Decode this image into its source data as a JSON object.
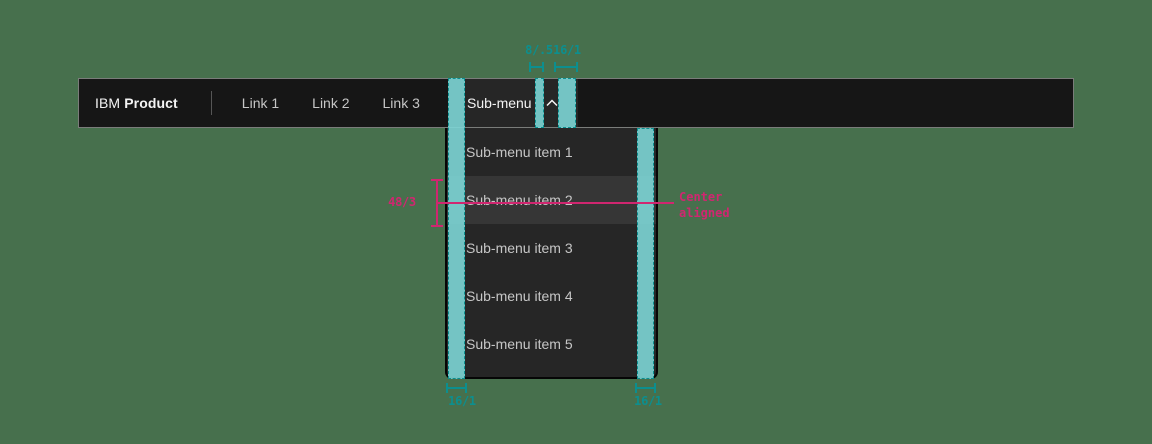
{
  "header": {
    "brand_prefix": "IBM",
    "brand_name": "Product",
    "links": [
      {
        "label": "Link 1"
      },
      {
        "label": "Link 2"
      },
      {
        "label": "Link 3"
      }
    ],
    "submenu": {
      "label": "Sub-menu",
      "state": "expanded",
      "icon": "chevron-up-icon"
    }
  },
  "menu": {
    "items": [
      {
        "label": "Sub-menu item 1",
        "highlighted": false
      },
      {
        "label": "Sub-menu item 2",
        "highlighted": true
      },
      {
        "label": "Sub-menu item 3",
        "highlighted": false
      },
      {
        "label": "Sub-menu item 4",
        "highlighted": false
      },
      {
        "label": "Sub-menu item 5",
        "highlighted": false
      }
    ]
  },
  "annotations": {
    "top_small_spacing": "8/.5",
    "top_large_spacing": "16/1",
    "bottom_left_spacing": "16/1",
    "bottom_right_spacing": "16/1",
    "item_height": "48/3",
    "center_note_line1": "Center",
    "center_note_line2": "aligned"
  },
  "colors": {
    "background": "#47704d",
    "header_bg": "#161616",
    "menu_bg": "#262626",
    "menu_highlight_bg": "#363636",
    "teal_annotation": "#0c8f8f",
    "teal_band_fill": "#7dd6d6",
    "pink_annotation": "#d02670",
    "text_primary": "#f4f4f4",
    "text_secondary": "#c6c6c6"
  }
}
